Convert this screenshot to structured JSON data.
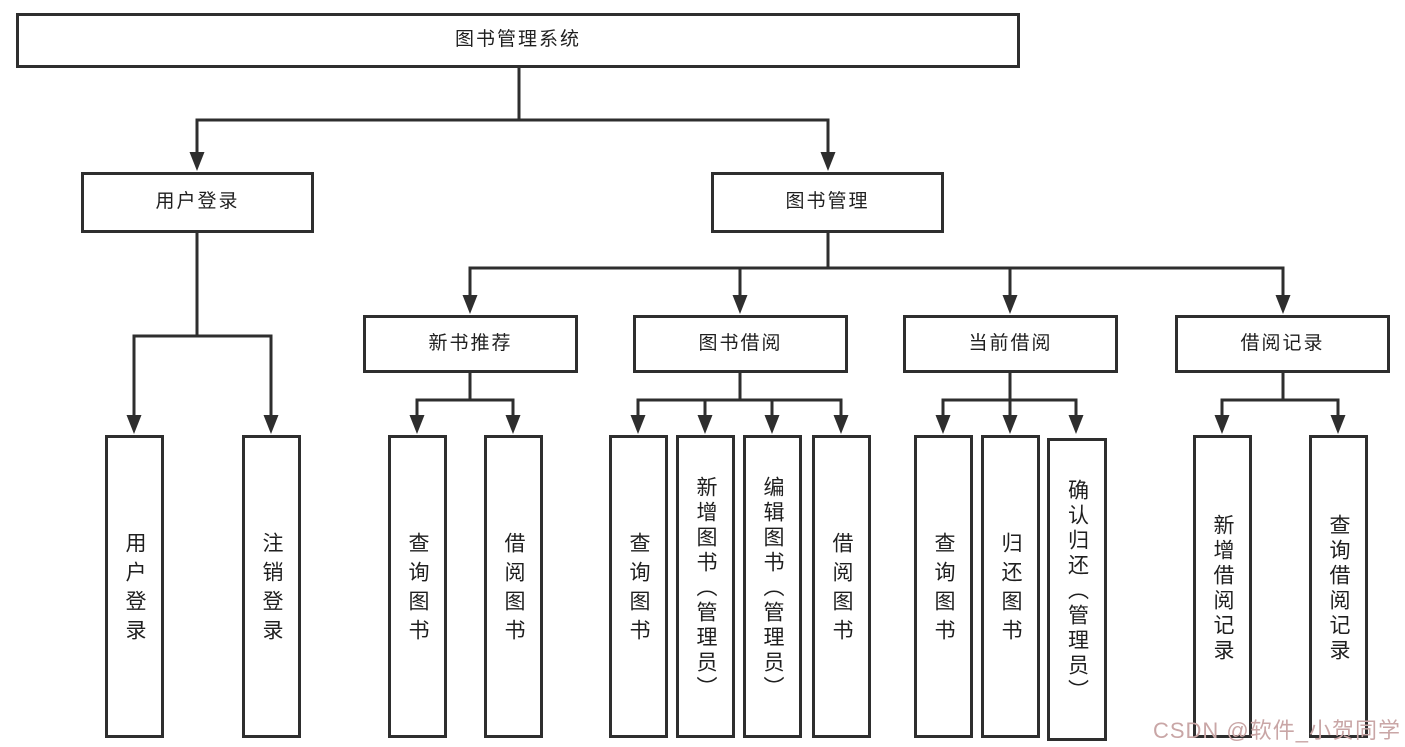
{
  "diagram": {
    "title_note": "functional decomposition tree",
    "root": {
      "label": "图书管理系统"
    },
    "level2": [
      {
        "label": "用户登录"
      },
      {
        "label": "图书管理"
      }
    ],
    "level3": [
      {
        "label": "新书推荐"
      },
      {
        "label": "图书借阅"
      },
      {
        "label": "当前借阅"
      },
      {
        "label": "借阅记录"
      }
    ],
    "leaves": {
      "user_login": [
        {
          "label": "用户登录"
        },
        {
          "label": "注销登录"
        }
      ],
      "new_book": [
        {
          "label": "查询图书"
        },
        {
          "label": "借阅图书"
        }
      ],
      "book_borrow": [
        {
          "label": "查询图书"
        },
        {
          "label": "新增图书（管理员）"
        },
        {
          "label": "编辑图书（管理员）"
        },
        {
          "label": "借阅图书"
        }
      ],
      "current_borrow": [
        {
          "label": "查询图书"
        },
        {
          "label": "归还图书"
        },
        {
          "label": "确认归还（管理员）"
        }
      ],
      "borrow_record": [
        {
          "label": "新增借阅记录"
        },
        {
          "label": "查询借阅记录"
        }
      ]
    },
    "watermark": "CSDN @软件_小贺同学",
    "colors": {
      "line": "#2e2e2e",
      "text": "#1f1f1f",
      "watermark": "#c9a6a6",
      "background": "#ffffff"
    }
  }
}
